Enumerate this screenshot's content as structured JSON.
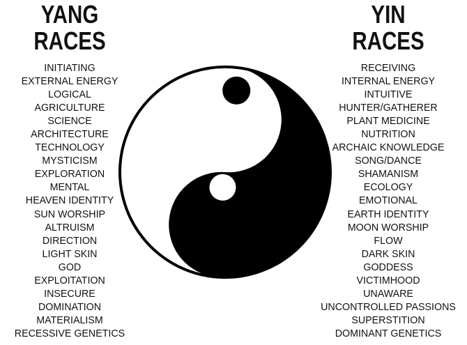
{
  "yang": {
    "title_line1": "YANG",
    "title_line2": "RACES",
    "items": [
      "INITIATING",
      "EXTERNAL ENERGY",
      "LOGICAL",
      "AGRICULTURE",
      "SCIENCE",
      "ARCHITECTURE",
      "TECHNOLOGY",
      "MYSTICISM",
      "EXPLORATION",
      "MENTAL",
      "HEAVEN IDENTITY",
      "SUN WORSHIP",
      "ALTRUISM",
      "DIRECTION",
      "LIGHT SKIN",
      "GOD",
      "EXPLOITATION",
      "INSECURE",
      "DOMINATION",
      "MATERIALISM",
      "RECESSIVE GENETICS"
    ]
  },
  "yin": {
    "title_line1": "YIN",
    "title_line2": "RACES",
    "items": [
      "RECEIVING",
      "INTERNAL ENERGY",
      "INTUITIVE",
      "HUNTER/GATHERER",
      "PLANT MEDICINE",
      "NUTRITION",
      "ARCHAIC KNOWLEDGE",
      "SONG/DANCE",
      "SHAMANISM",
      "ECOLOGY",
      "EMOTIONAL",
      "EARTH IDENTITY",
      "MOON WORSHIP",
      "FLOW",
      "DARK SKIN",
      "GODDESS",
      "VICTIMHOOD",
      "UNAWARE",
      "UNCONTROLLED PASSIONS",
      "SUPERSTITION",
      "DOMINANT GENETICS"
    ]
  },
  "symbol": {
    "name": "yin-yang-icon",
    "dark": "#000000",
    "light": "#ffffff"
  }
}
